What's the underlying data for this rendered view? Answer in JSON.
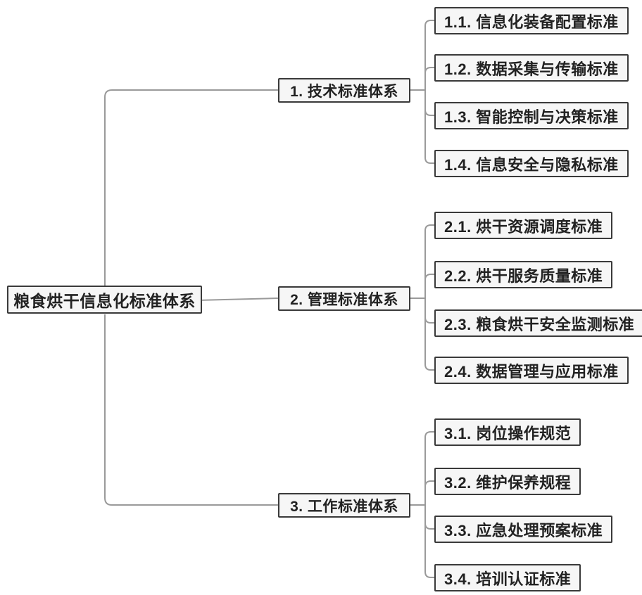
{
  "diagram": {
    "type": "mindmap-tree",
    "root": {
      "label": "粮食烘干信息化标准体系"
    },
    "branches": [
      {
        "label": "1. 技术标准体系",
        "children": [
          {
            "label": "1.1. 信息化装备配置标准"
          },
          {
            "label": "1.2. 数据采集与传输标准"
          },
          {
            "label": "1.3. 智能控制与决策标准"
          },
          {
            "label": "1.4. 信息安全与隐私标准"
          }
        ]
      },
      {
        "label": "2. 管理标准体系",
        "children": [
          {
            "label": "2.1. 烘干资源调度标准"
          },
          {
            "label": "2.2. 烘干服务质量标准"
          },
          {
            "label": "2.3. 粮食烘干安全监测标准"
          },
          {
            "label": "2.4. 数据管理与应用标准"
          }
        ]
      },
      {
        "label": "3. 工作标准体系",
        "children": [
          {
            "label": "3.1. 岗位操作规范"
          },
          {
            "label": "3.2. 维护保养规程"
          },
          {
            "label": "3.3. 应急处理预案标准"
          },
          {
            "label": "3.4. 培训认证标准"
          }
        ]
      }
    ],
    "colors": {
      "background": "#ffffff",
      "node_fill": "#f6f6f6",
      "node_border": "#3a3a3a",
      "node_text": "#222222",
      "connector_line": "#9a9a9a"
    }
  }
}
